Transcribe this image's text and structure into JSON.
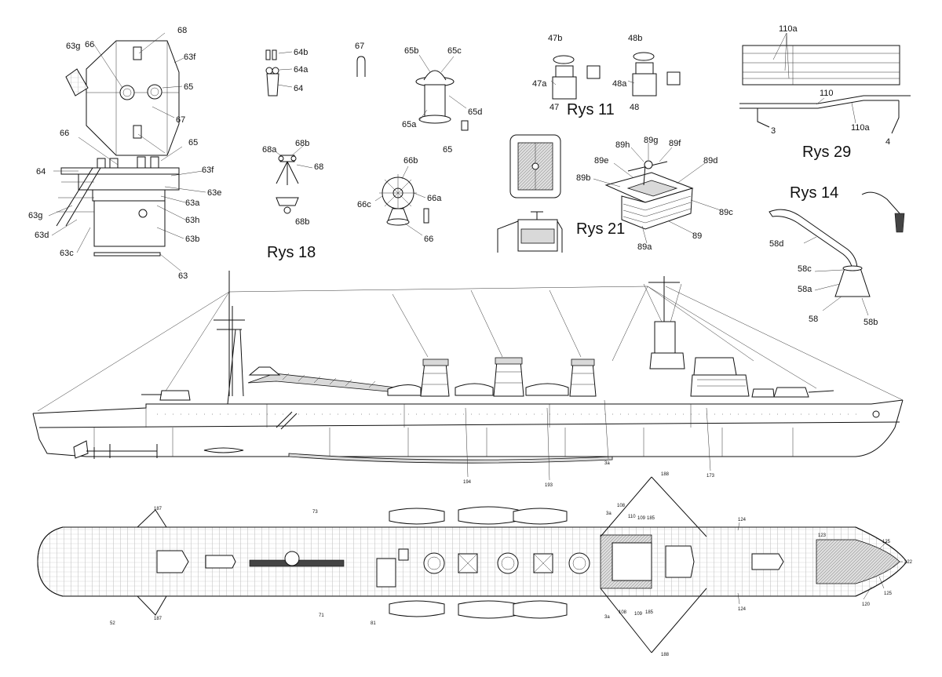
{
  "figure_titles": {
    "rys11": "Rys 11",
    "rys14": "Rys 14",
    "rys18": "Rys 18",
    "rys21": "Rys 21",
    "rys29": "Rys 29"
  },
  "callouts": {
    "c63": "63",
    "c63a": "63a",
    "c63b": "63b",
    "c63c": "63c",
    "c63d": "63d",
    "c63e": "63e",
    "c63f_top": "63f",
    "c63f": "63f",
    "c63g_top": "63g",
    "c63g": "63g",
    "c63h": "63h",
    "c64": "64",
    "c64_b": "64",
    "c64a": "64a",
    "c64b": "64b",
    "c65": "65",
    "c65_b": "65",
    "c65_c": "65",
    "c65a": "65a",
    "c65b": "65b",
    "c65c": "65c",
    "c65d": "65d",
    "c66": "66",
    "c66_b": "66",
    "c66_c": "66",
    "c66a": "66a",
    "c66b": "66b",
    "c66c": "66c",
    "c67": "67",
    "c67_b": "67",
    "c68": "68",
    "c68_b": "68",
    "c68a": "68a",
    "c68b": "68b",
    "c68b_b": "68b",
    "c47": "47",
    "c47a": "47a",
    "c47b": "47b",
    "c48": "48",
    "c48a": "48a",
    "c48b": "48b",
    "c89": "89",
    "c89a": "89a",
    "c89b": "89b",
    "c89c": "89c",
    "c89d": "89d",
    "c89e": "89e",
    "c89f": "89f",
    "c89g": "89g",
    "c89h": "89h",
    "c110a_top": "110a",
    "c110": "110",
    "c110a": "110a",
    "c3": "3",
    "c4": "4",
    "c58": "58",
    "c58a": "58a",
    "c58b": "58b",
    "c58c": "58c",
    "c58d": "58d"
  },
  "side_view_numbers": {
    "n194": "194",
    "n193": "193",
    "n173": "173",
    "n3a": "3a"
  },
  "plan_view_numbers": {
    "n187_top": "187",
    "n187_bot": "187",
    "n73": "73",
    "n71": "71",
    "n52": "52",
    "n81": "81",
    "n188_top": "188",
    "n188_bot": "188",
    "n3a_top": "3a",
    "n3a_bot": "3a",
    "n108_top": "108",
    "n108_bot": "108",
    "n110": "110",
    "n109_top": "109",
    "n109_bot": "109",
    "n185_top": "185",
    "n185_bot": "185",
    "n124_top": "124",
    "n124_bot": "124",
    "n123": "123",
    "n125_top": "125",
    "n125_bot": "125",
    "n122": "122",
    "n120": "120"
  },
  "colors": {
    "ink": "#111111",
    "paper": "#ffffff",
    "fill_grey": "#d9d9d9"
  }
}
